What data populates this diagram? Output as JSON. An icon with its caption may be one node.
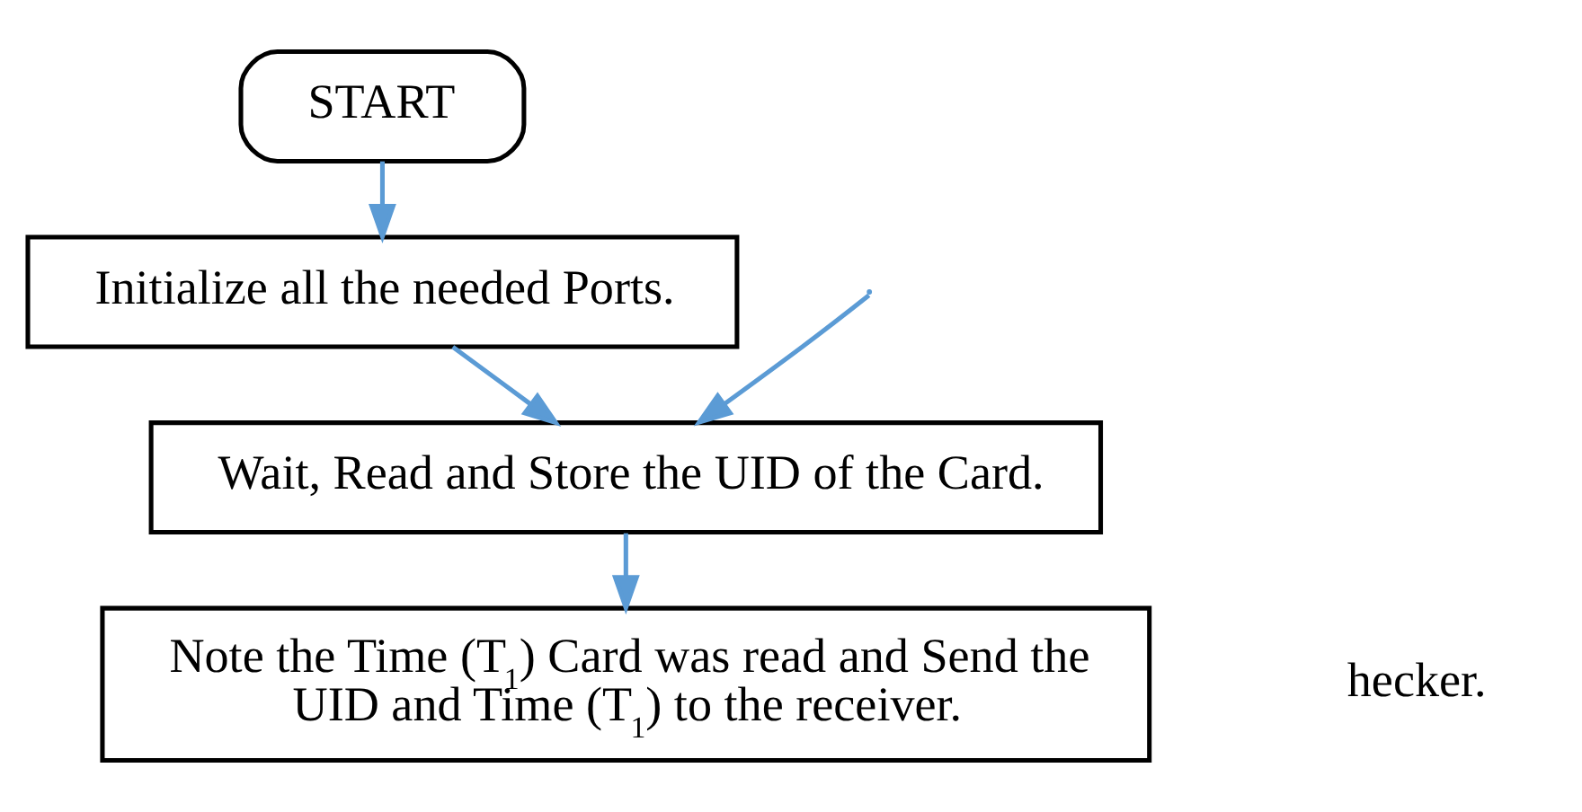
{
  "diagram": {
    "nodes": [
      {
        "text": [
          "START"
        ]
      },
      {
        "text": [
          "Initialize all the needed Ports."
        ]
      },
      {
        "text": [
          "Wait, Read and Store the UID of the Card."
        ]
      },
      {
        "text": [
          "Note the Time (T$_{1}$) Card was read and Send the UID and Time (T$_{1}$) to the receiver."
        ]
      }
    ],
    "edges": [
      {
        "from": 0,
        "to": 1,
        "arrow": "to"
      },
      {
        "from": 1,
        "to": 2,
        "arrow": "to"
      },
      {
        "from": null,
        "to": 2,
        "arrow": "to"
      },
      {
        "from": 2,
        "to": 3,
        "arrow": "to"
      }
    ],
    "labels": [
      "hecker."
    ]
  }
}
